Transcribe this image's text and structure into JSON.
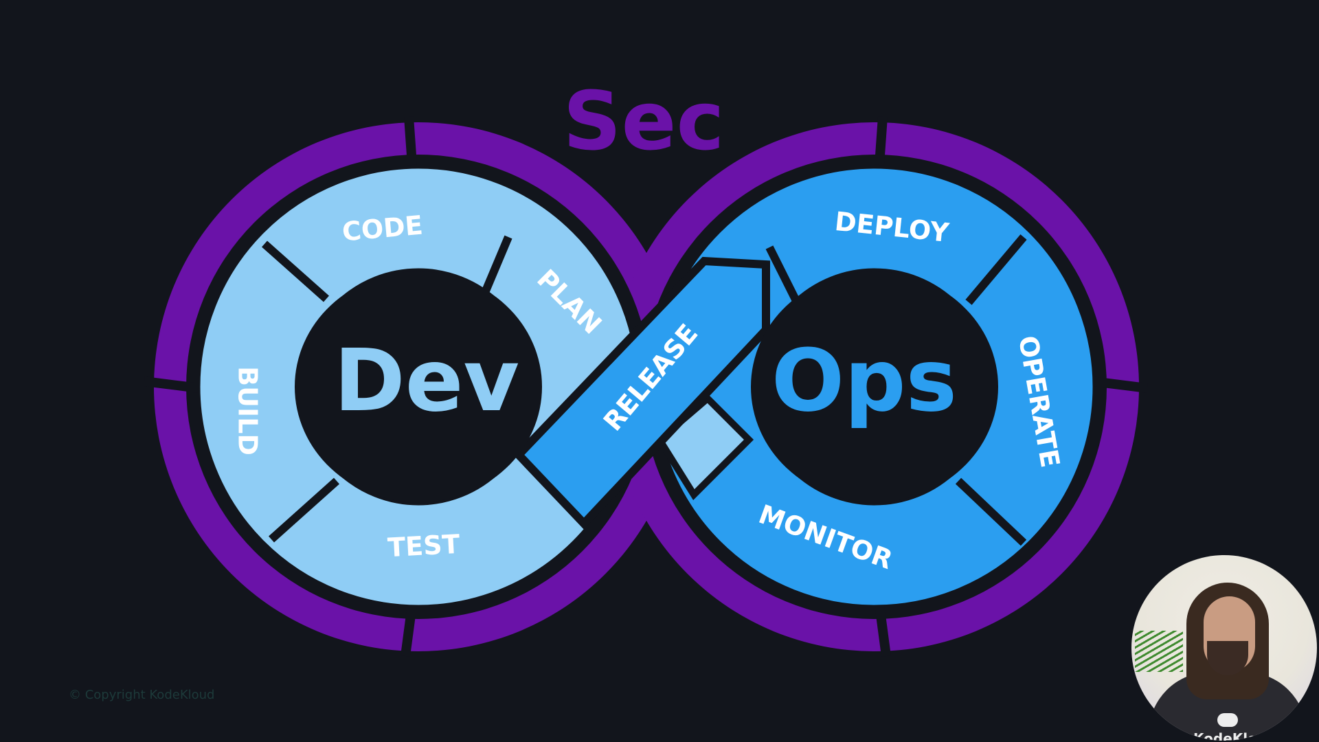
{
  "diagram": {
    "title_prefix": "Sec",
    "left_loop": "Dev",
    "right_loop": "Ops",
    "stages": {
      "code": "CODE",
      "plan": "PLAN",
      "build": "BUILD",
      "test": "TEST",
      "release": "RELEASE",
      "deploy": "DEPLOY",
      "operate": "OPERATE",
      "monitor": "MONITOR"
    },
    "colors": {
      "background": "#12151c",
      "purple": "#6a12a8",
      "light_blue": "#8fcdf5",
      "blue": "#2b9ef0"
    }
  },
  "footer": {
    "copyright": "© Copyright KodeKloud"
  },
  "presenter": {
    "shirt_text": "KodeKloud"
  }
}
